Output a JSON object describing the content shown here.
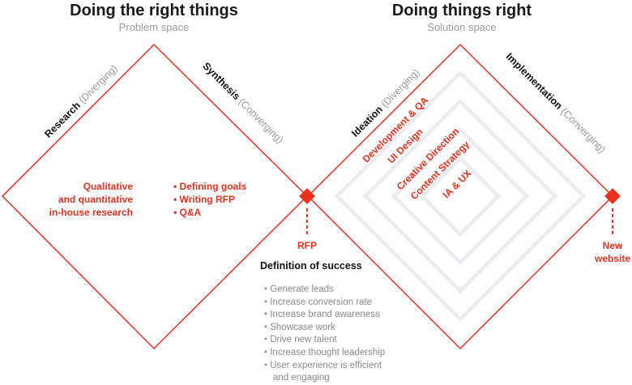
{
  "left": {
    "title": "Doing the right things",
    "subtitle": "Problem space",
    "research": "Research",
    "research_note": "(Diverging)",
    "synthesis": "Synthesis",
    "synthesis_note": "(Converging)",
    "qual_lines": [
      "Qualitative",
      "and quantitative",
      "in-house research"
    ],
    "bullets": [
      "Defining goals",
      "Writing RFP",
      "Q&A"
    ]
  },
  "right": {
    "title": "Doing things right",
    "subtitle": "Solution space",
    "ideation": "Ideation",
    "ideation_note": "(Diverging)",
    "implementation": "Implementation",
    "implementation_note": "(Converging)",
    "layers": [
      "Development & QA",
      "UI Design",
      "Creative Direction",
      "Content Strategy",
      "IA & UX"
    ]
  },
  "milestones": {
    "rfp": "RFP",
    "new_website_lines": [
      "New",
      "website"
    ]
  },
  "success": {
    "heading": "Definition of success",
    "items": [
      "Generate leads",
      "Increase conversion rate",
      "Increase brand awareness",
      "Showcase work",
      "Drive new talent",
      "Increase thought leadership",
      "User experience is efficient"
    ],
    "continuation": "and engaging"
  },
  "colors": {
    "accent": "#e8321e",
    "text": "#1a1a1a",
    "muted": "#9a9a9a"
  }
}
